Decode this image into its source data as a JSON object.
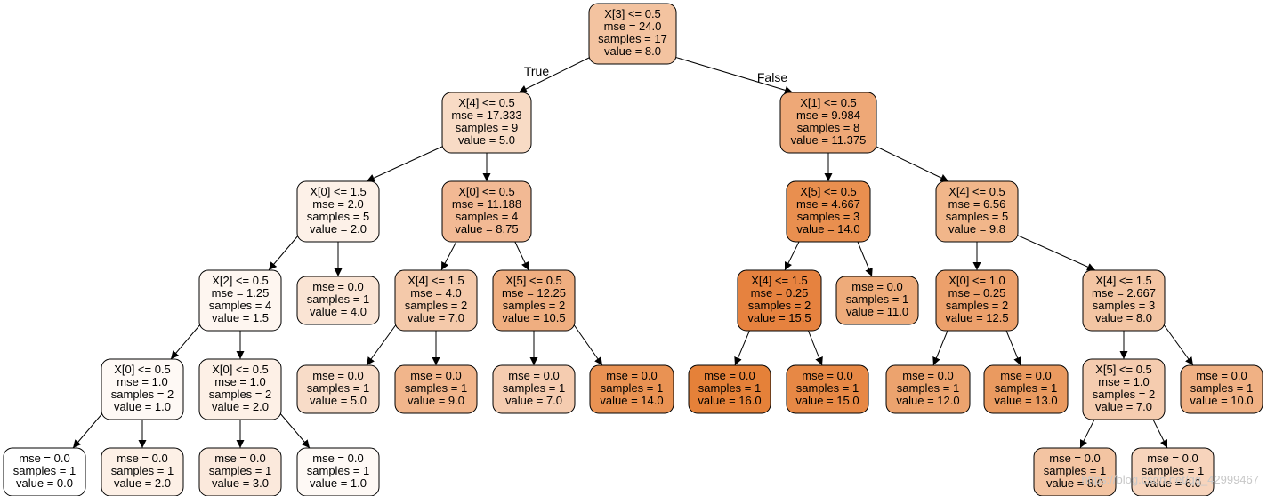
{
  "edge_labels": {
    "true_label": "True",
    "false_label": "False"
  },
  "watermark": "https://blog.csdn.net/qq_42999467",
  "nodes": [
    {
      "id": "n0",
      "lines": [
        "X[3] <= 0.5",
        "mse = 24.0",
        "samples = 17",
        "value = 8.0"
      ],
      "fill": "#f3c3a0"
    },
    {
      "id": "n1",
      "lines": [
        "X[4] <= 0.5",
        "mse = 17.333",
        "samples = 9",
        "value = 5.0"
      ],
      "fill": "#f8dbc5"
    },
    {
      "id": "n2",
      "lines": [
        "X[1] <= 0.5",
        "mse = 9.984",
        "samples = 8",
        "value = 11.375"
      ],
      "fill": "#eea877"
    },
    {
      "id": "n3",
      "lines": [
        "X[0] <= 1.5",
        "mse = 2.0",
        "samples = 5",
        "value = 2.0"
      ],
      "fill": "#fdf1e8"
    },
    {
      "id": "n4",
      "lines": [
        "X[0] <= 0.5",
        "mse = 11.188",
        "samples = 4",
        "value = 8.75"
      ],
      "fill": "#f2b994"
    },
    {
      "id": "n5",
      "lines": [
        "X[5] <= 0.5",
        "mse = 4.667",
        "samples = 3",
        "value = 14.0"
      ],
      "fill": "#e98f4f"
    },
    {
      "id": "n6",
      "lines": [
        "X[4] <= 0.5",
        "mse = 6.56",
        "samples = 5",
        "value = 9.8"
      ],
      "fill": "#f1b68a"
    },
    {
      "id": "n7",
      "lines": [
        "X[2] <= 0.5",
        "mse = 1.25",
        "samples = 4",
        "value = 1.5"
      ],
      "fill": "#fef6f0"
    },
    {
      "id": "n8",
      "lines": [
        "mse = 0.0",
        "samples = 1",
        "value = 4.0"
      ],
      "fill": "#fae4d4"
    },
    {
      "id": "n9",
      "lines": [
        "X[4] <= 1.5",
        "mse = 4.0",
        "samples = 2",
        "value = 7.0"
      ],
      "fill": "#f4c9aa"
    },
    {
      "id": "n10",
      "lines": [
        "X[5] <= 0.5",
        "mse = 12.25",
        "samples = 2",
        "value = 10.5"
      ],
      "fill": "#efae80"
    },
    {
      "id": "n11",
      "lines": [
        "X[4] <= 1.5",
        "mse = 0.25",
        "samples = 2",
        "value = 15.5"
      ],
      "fill": "#e6823f"
    },
    {
      "id": "n12",
      "lines": [
        "mse = 0.0",
        "samples = 1",
        "value = 11.0"
      ],
      "fill": "#eeab7a"
    },
    {
      "id": "n13",
      "lines": [
        "X[0] <= 1.0",
        "mse = 0.25",
        "samples = 2",
        "value = 12.5"
      ],
      "fill": "#eca06b"
    },
    {
      "id": "n14",
      "lines": [
        "X[4] <= 1.5",
        "mse = 2.667",
        "samples = 3",
        "value = 8.0"
      ],
      "fill": "#f3c5a3"
    },
    {
      "id": "n15",
      "lines": [
        "X[0] <= 0.5",
        "mse = 1.0",
        "samples = 2",
        "value = 1.0"
      ],
      "fill": "#fef9f5"
    },
    {
      "id": "n16",
      "lines": [
        "X[0] <= 0.5",
        "mse = 1.0",
        "samples = 2",
        "value = 2.0"
      ],
      "fill": "#fdf0e6"
    },
    {
      "id": "n17",
      "lines": [
        "mse = 0.0",
        "samples = 1",
        "value = 5.0"
      ],
      "fill": "#f8dcc8"
    },
    {
      "id": "n18",
      "lines": [
        "mse = 0.0",
        "samples = 1",
        "value = 9.0"
      ],
      "fill": "#f1b58b"
    },
    {
      "id": "n19",
      "lines": [
        "mse = 0.0",
        "samples = 1",
        "value = 7.0"
      ],
      "fill": "#f5ccb0"
    },
    {
      "id": "n20",
      "lines": [
        "mse = 0.0",
        "samples = 1",
        "value = 14.0"
      ],
      "fill": "#e99253"
    },
    {
      "id": "n21",
      "lines": [
        "mse = 0.0",
        "samples = 1",
        "value = 16.0"
      ],
      "fill": "#e58139"
    },
    {
      "id": "n22",
      "lines": [
        "mse = 0.0",
        "samples = 1",
        "value = 15.0"
      ],
      "fill": "#e78845"
    },
    {
      "id": "n23",
      "lines": [
        "mse = 0.0",
        "samples = 1",
        "value = 12.0"
      ],
      "fill": "#eca36e"
    },
    {
      "id": "n24",
      "lines": [
        "mse = 0.0",
        "samples = 1",
        "value = 13.0"
      ],
      "fill": "#ea9a60"
    },
    {
      "id": "n25",
      "lines": [
        "X[5] <= 0.5",
        "mse = 1.0",
        "samples = 2",
        "value = 7.0"
      ],
      "fill": "#f5ccaf"
    },
    {
      "id": "n26",
      "lines": [
        "mse = 0.0",
        "samples = 1",
        "value = 10.0"
      ],
      "fill": "#f0b184"
    },
    {
      "id": "n27",
      "lines": [
        "mse = 0.0",
        "samples = 1",
        "value = 0.0"
      ],
      "fill": "#ffffff"
    },
    {
      "id": "n28",
      "lines": [
        "mse = 0.0",
        "samples = 1",
        "value = 2.0"
      ],
      "fill": "#fdf0e6"
    },
    {
      "id": "n29",
      "lines": [
        "mse = 0.0",
        "samples = 1",
        "value = 3.0"
      ],
      "fill": "#fbe9dc"
    },
    {
      "id": "n30",
      "lines": [
        "mse = 0.0",
        "samples = 1",
        "value = 1.0"
      ],
      "fill": "#fef9f5"
    },
    {
      "id": "n31",
      "lines": [
        "mse = 0.0",
        "samples = 1",
        "value = 8.0"
      ],
      "fill": "#f3c4a2"
    },
    {
      "id": "n32",
      "lines": [
        "mse = 0.0",
        "samples = 1",
        "value = 6.0"
      ],
      "fill": "#f7d4bc"
    }
  ],
  "edges": [
    [
      "n0",
      "n1"
    ],
    [
      "n0",
      "n2"
    ],
    [
      "n1",
      "n3"
    ],
    [
      "n1",
      "n4"
    ],
    [
      "n2",
      "n5"
    ],
    [
      "n2",
      "n6"
    ],
    [
      "n3",
      "n7"
    ],
    [
      "n3",
      "n8"
    ],
    [
      "n4",
      "n9"
    ],
    [
      "n4",
      "n10"
    ],
    [
      "n5",
      "n11"
    ],
    [
      "n5",
      "n12"
    ],
    [
      "n6",
      "n13"
    ],
    [
      "n6",
      "n14"
    ],
    [
      "n7",
      "n15"
    ],
    [
      "n7",
      "n16"
    ],
    [
      "n9",
      "n17"
    ],
    [
      "n9",
      "n18"
    ],
    [
      "n10",
      "n19"
    ],
    [
      "n10",
      "n20"
    ],
    [
      "n11",
      "n21"
    ],
    [
      "n11",
      "n22"
    ],
    [
      "n13",
      "n23"
    ],
    [
      "n13",
      "n24"
    ],
    [
      "n14",
      "n25"
    ],
    [
      "n14",
      "n26"
    ],
    [
      "n15",
      "n27"
    ],
    [
      "n15",
      "n28"
    ],
    [
      "n16",
      "n29"
    ],
    [
      "n16",
      "n30"
    ],
    [
      "n25",
      "n31"
    ],
    [
      "n25",
      "n32"
    ]
  ]
}
